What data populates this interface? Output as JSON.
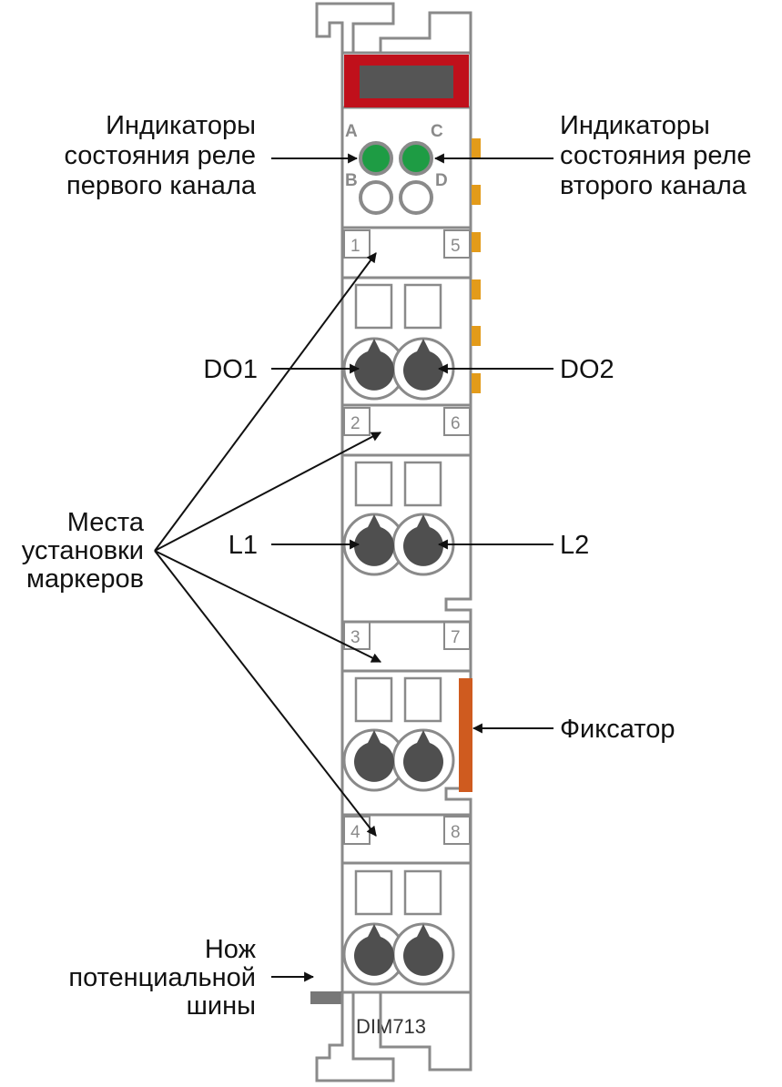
{
  "callouts": {
    "leds_left": [
      "Индикаторы",
      "состояния реле",
      "первого канала"
    ],
    "leds_right": [
      "Индикаторы",
      "состояния реле",
      "второго канала"
    ],
    "do1": "DO1",
    "do2": "DO2",
    "l1": "L1",
    "l2": "L2",
    "markers": [
      "Места",
      "установки",
      "маркеров"
    ],
    "latch": "Фиксатор",
    "bus_knife": [
      "Нож",
      "потенциальной",
      "шины"
    ]
  },
  "module": {
    "model": "DIM713",
    "led_letters": [
      "A",
      "B",
      "C",
      "D"
    ],
    "leds": [
      {
        "letter": "A",
        "lit": true
      },
      {
        "letter": "B",
        "lit": false
      },
      {
        "letter": "C",
        "lit": true
      },
      {
        "letter": "D",
        "lit": false
      }
    ],
    "terminal_numbers": [
      "1",
      "5",
      "2",
      "6",
      "3",
      "7",
      "4",
      "8"
    ]
  },
  "colors": {
    "body_outline": "#8a8a8a",
    "header_red": "#c0101b",
    "header_window": "#555555",
    "led_on": "#1e9c44",
    "screw": "#4f4f4f",
    "contacts": "#e39b1a",
    "latch": "#cf5b1f",
    "bus_knife": "#777777"
  }
}
